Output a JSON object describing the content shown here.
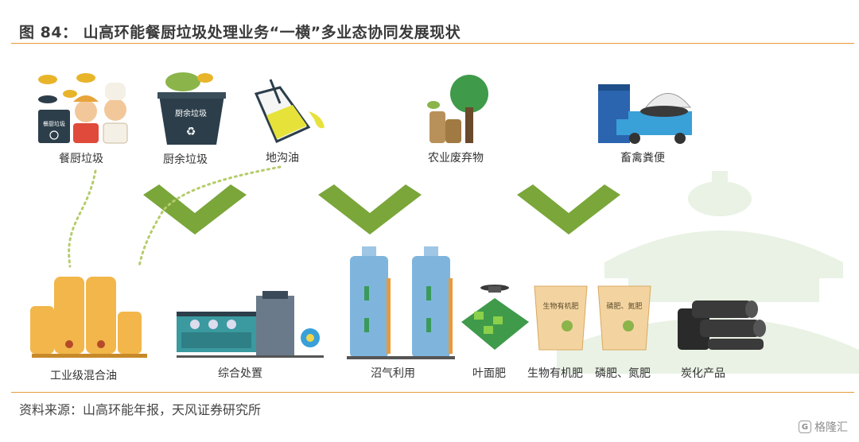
{
  "title": "图 84： 山高环能餐厨垃圾处理业务“一横”多业态协同发展现状",
  "inputs": [
    "餐厨垃圾",
    "厨余垃圾",
    "地沟油",
    "农业废弃物",
    "畜禽粪便"
  ],
  "outputs": [
    "工业级混合油",
    "综合处置",
    "沼气利用",
    "叶面肥",
    "生物有机肥",
    "磷肥、氮肥",
    "炭化产品"
  ],
  "bin_labels": {
    "kitchen_waste_bin": "餐厨垃圾",
    "food_waste_bin": "厨余垃圾"
  },
  "bag_labels": [
    "生物有机肥",
    "磷肥、氮肥"
  ],
  "source": "资料来源：山高环能年报，天风证券研究所",
  "brand": "格隆汇",
  "colors": {
    "accent_rule": "#e89a3a",
    "chevron_green": "#7aa63a",
    "bg_watermark": "#e9f2e4"
  }
}
